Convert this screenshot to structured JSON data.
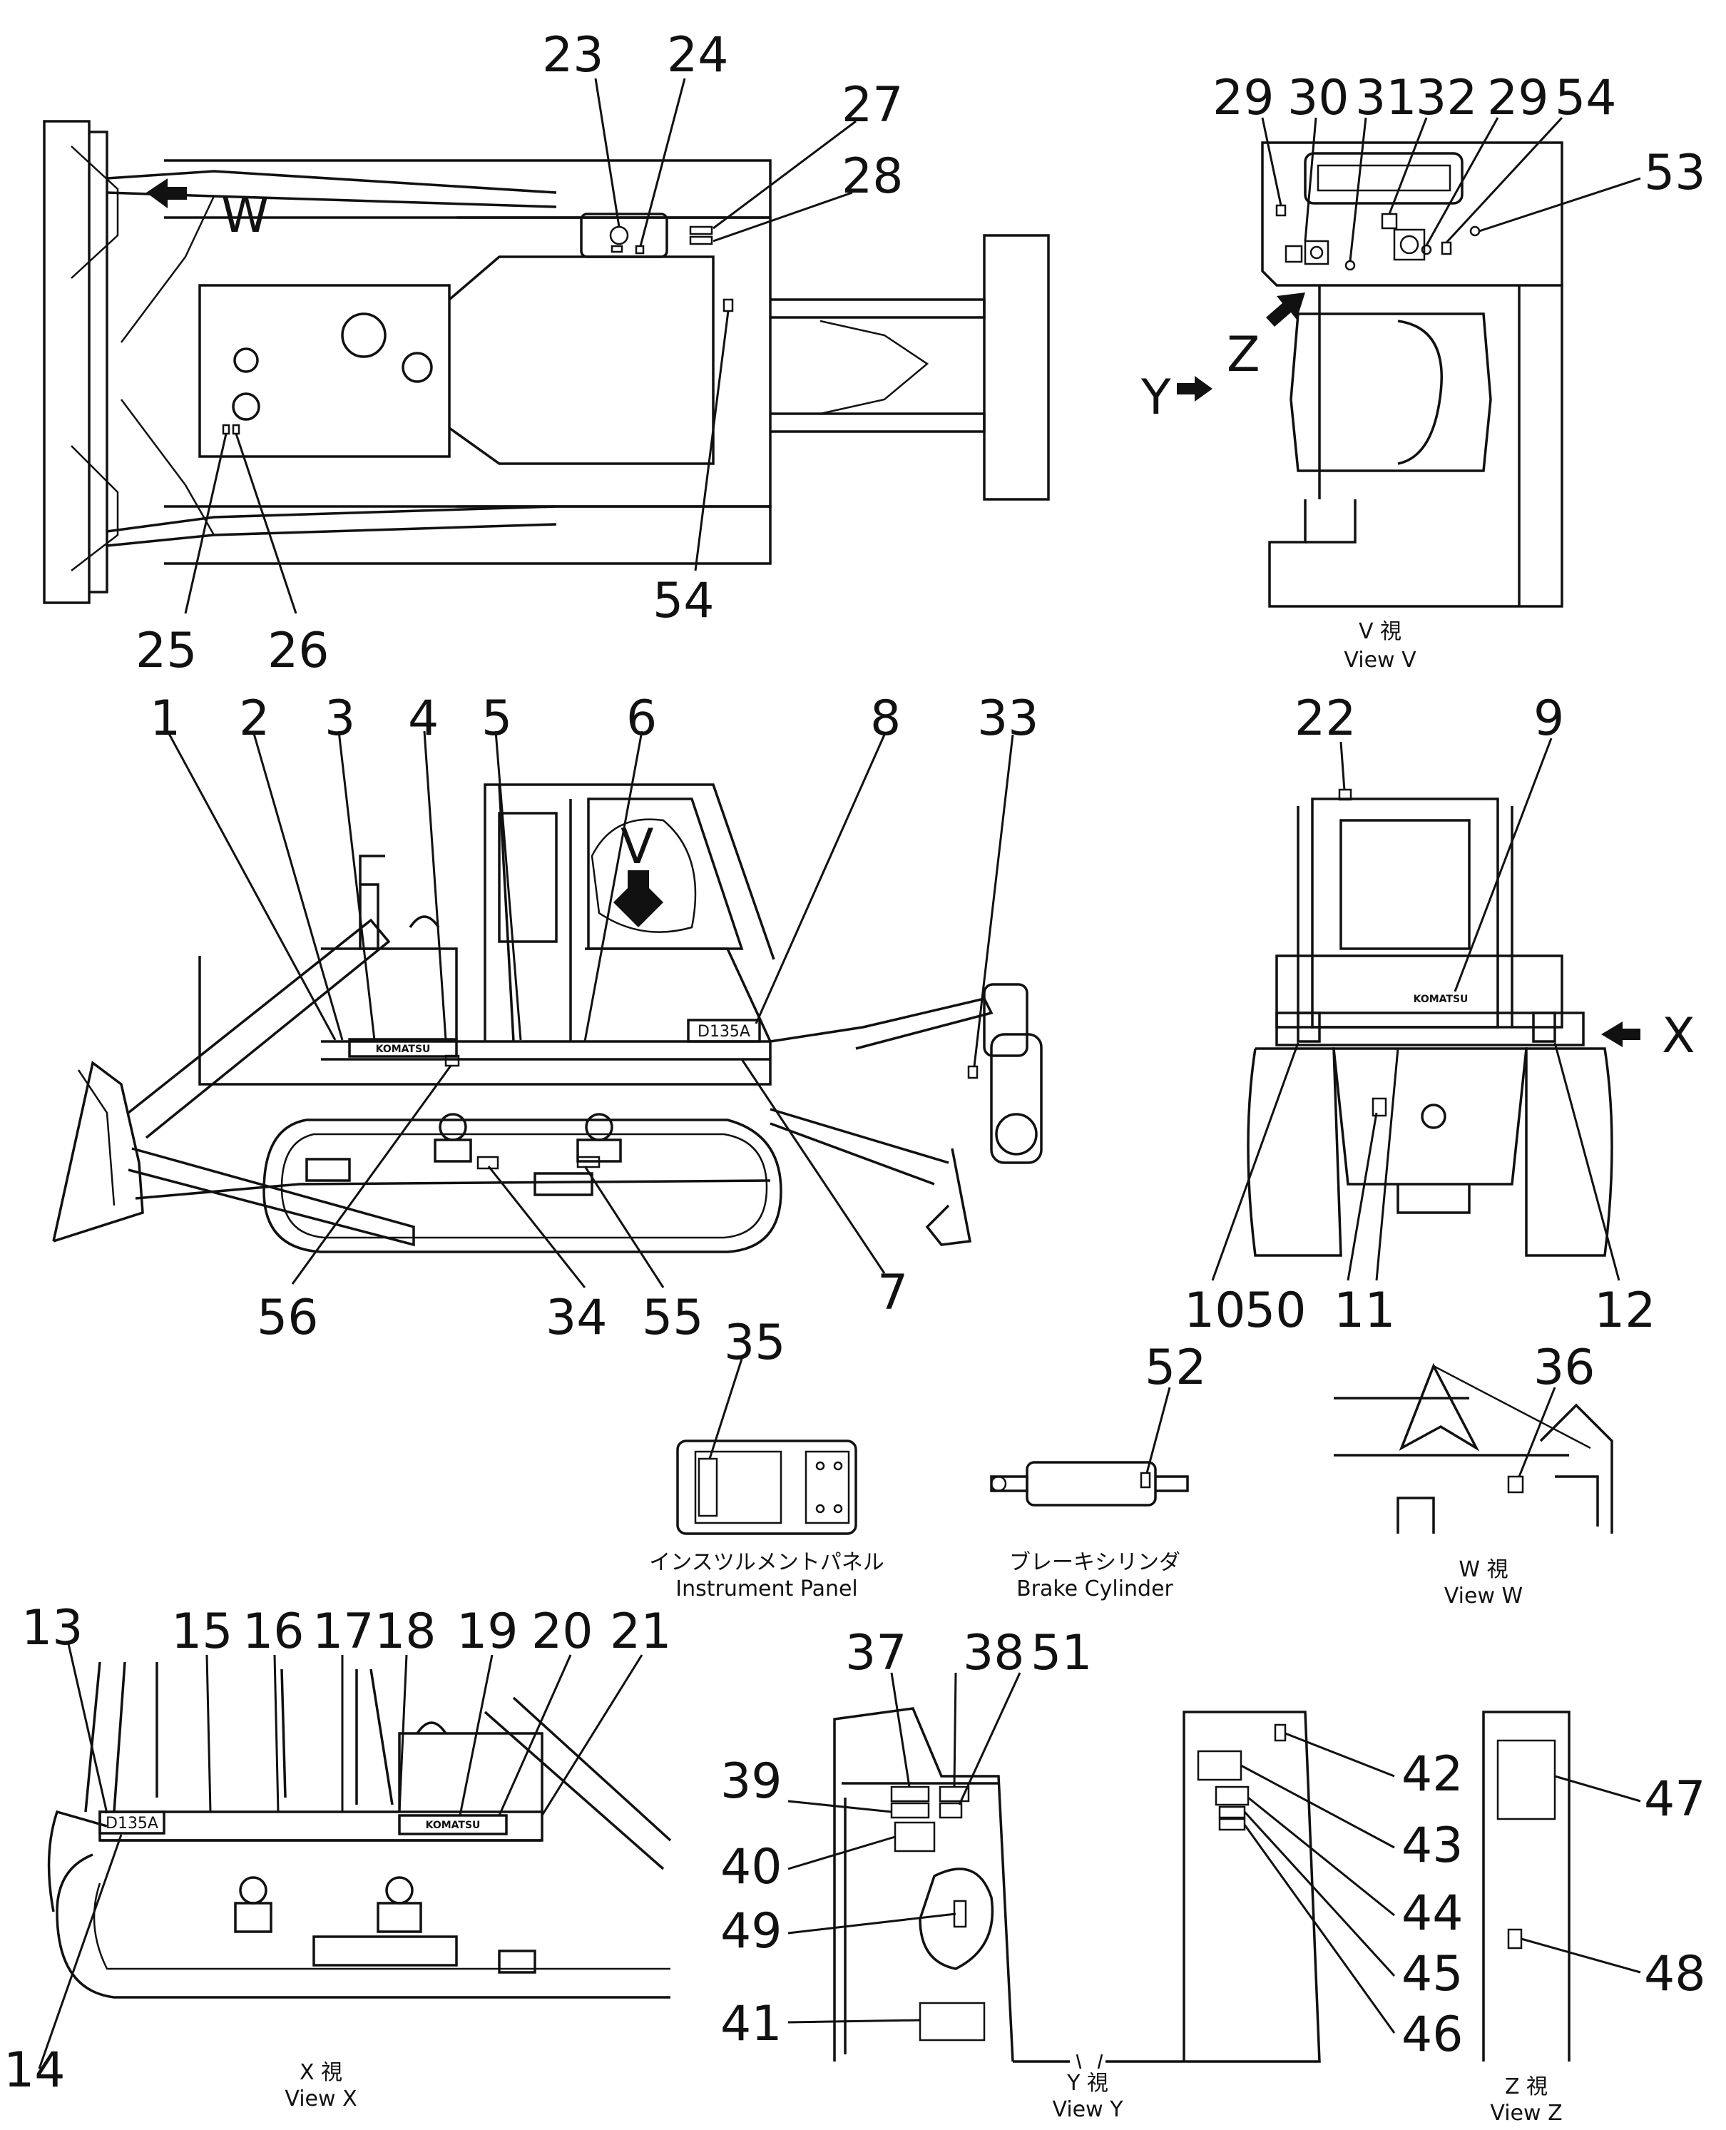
{
  "callouts": {
    "top": [
      "23",
      "24",
      "27",
      "28",
      "25",
      "26",
      "54"
    ],
    "view_v": [
      "29",
      "30",
      "31",
      "32",
      "29",
      "54",
      "53"
    ],
    "side": [
      "1",
      "2",
      "3",
      "4",
      "5",
      "6",
      "8",
      "33",
      "56",
      "34",
      "55",
      "7"
    ],
    "rear": [
      "22",
      "9",
      "10",
      "50",
      "11",
      "12"
    ],
    "panel": [
      "35"
    ],
    "brake": [
      "52"
    ],
    "view_w": [
      "36"
    ],
    "view_x": [
      "13",
      "15",
      "16",
      "17",
      "18",
      "19",
      "20",
      "21",
      "14"
    ],
    "view_y": [
      "37",
      "38",
      "51",
      "39",
      "40",
      "49",
      "41"
    ],
    "view_y2": [
      "42",
      "43",
      "44",
      "45",
      "46"
    ],
    "view_z": [
      "47",
      "48"
    ]
  },
  "arrow_labels": {
    "w": "W",
    "v": "V",
    "x": "X",
    "y": "Y",
    "z": "Z"
  },
  "badges": {
    "komatsu": "KOMATSU",
    "model": "D135A"
  },
  "captions": {
    "view_v_jp": "V 視",
    "view_v_en": "View V",
    "panel_jp": "インスツルメントパネル",
    "panel_en": "Instrument Panel",
    "brake_jp": "ブレーキシリンダ",
    "brake_en": "Brake Cylinder",
    "view_w_jp": "W 視",
    "view_w_en": "View W",
    "view_x_jp": "X 視",
    "view_x_en": "View X",
    "view_y_jp": "Y 視",
    "view_y_en": "View Y",
    "view_z_jp": "Z 視",
    "view_z_en": "View Z"
  }
}
